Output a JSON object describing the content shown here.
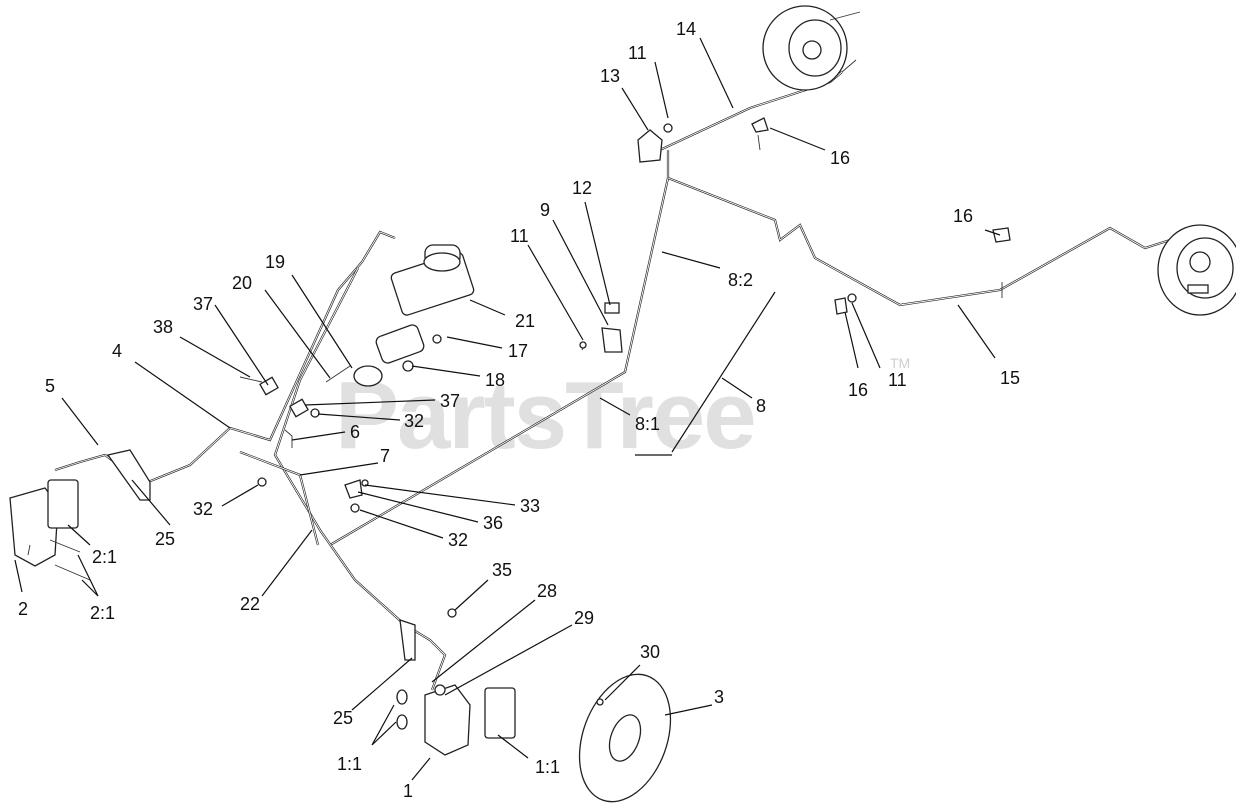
{
  "watermark": {
    "text": "PartsTree",
    "mark": "TM"
  },
  "callouts": [
    "14",
    "11",
    "13",
    "16",
    "12",
    "9",
    "11",
    "8:2",
    "16",
    "21",
    "17",
    "18",
    "19",
    "20",
    "37",
    "38",
    "4",
    "5",
    "37",
    "32",
    "6",
    "16",
    "11",
    "15",
    "8:1",
    "8",
    "7",
    "33",
    "36",
    "32",
    "32",
    "25",
    "2:1",
    "2",
    "2:1",
    "22",
    "35",
    "28",
    "29",
    "30",
    "3",
    "25",
    "1:1",
    "1:1",
    "1"
  ]
}
